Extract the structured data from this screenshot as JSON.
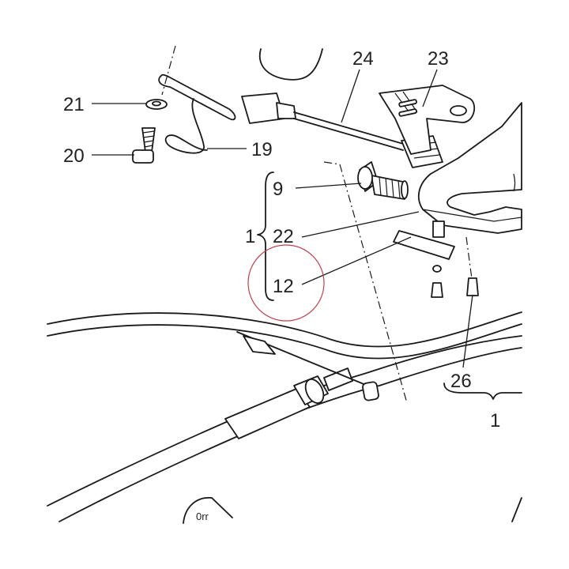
{
  "labels": {
    "p24": "24",
    "p23": "23",
    "p21": "21",
    "p20": "20",
    "p19": "19",
    "p9": "9",
    "p1_group": "1",
    "p22": "22",
    "p12": "12",
    "p26": "26",
    "p1_bottom": "1"
  },
  "fragment_text": "0rr",
  "colors": {
    "line": "#1a1a1a",
    "highlight_circle": "#c0404a",
    "background": "#ffffff"
  }
}
